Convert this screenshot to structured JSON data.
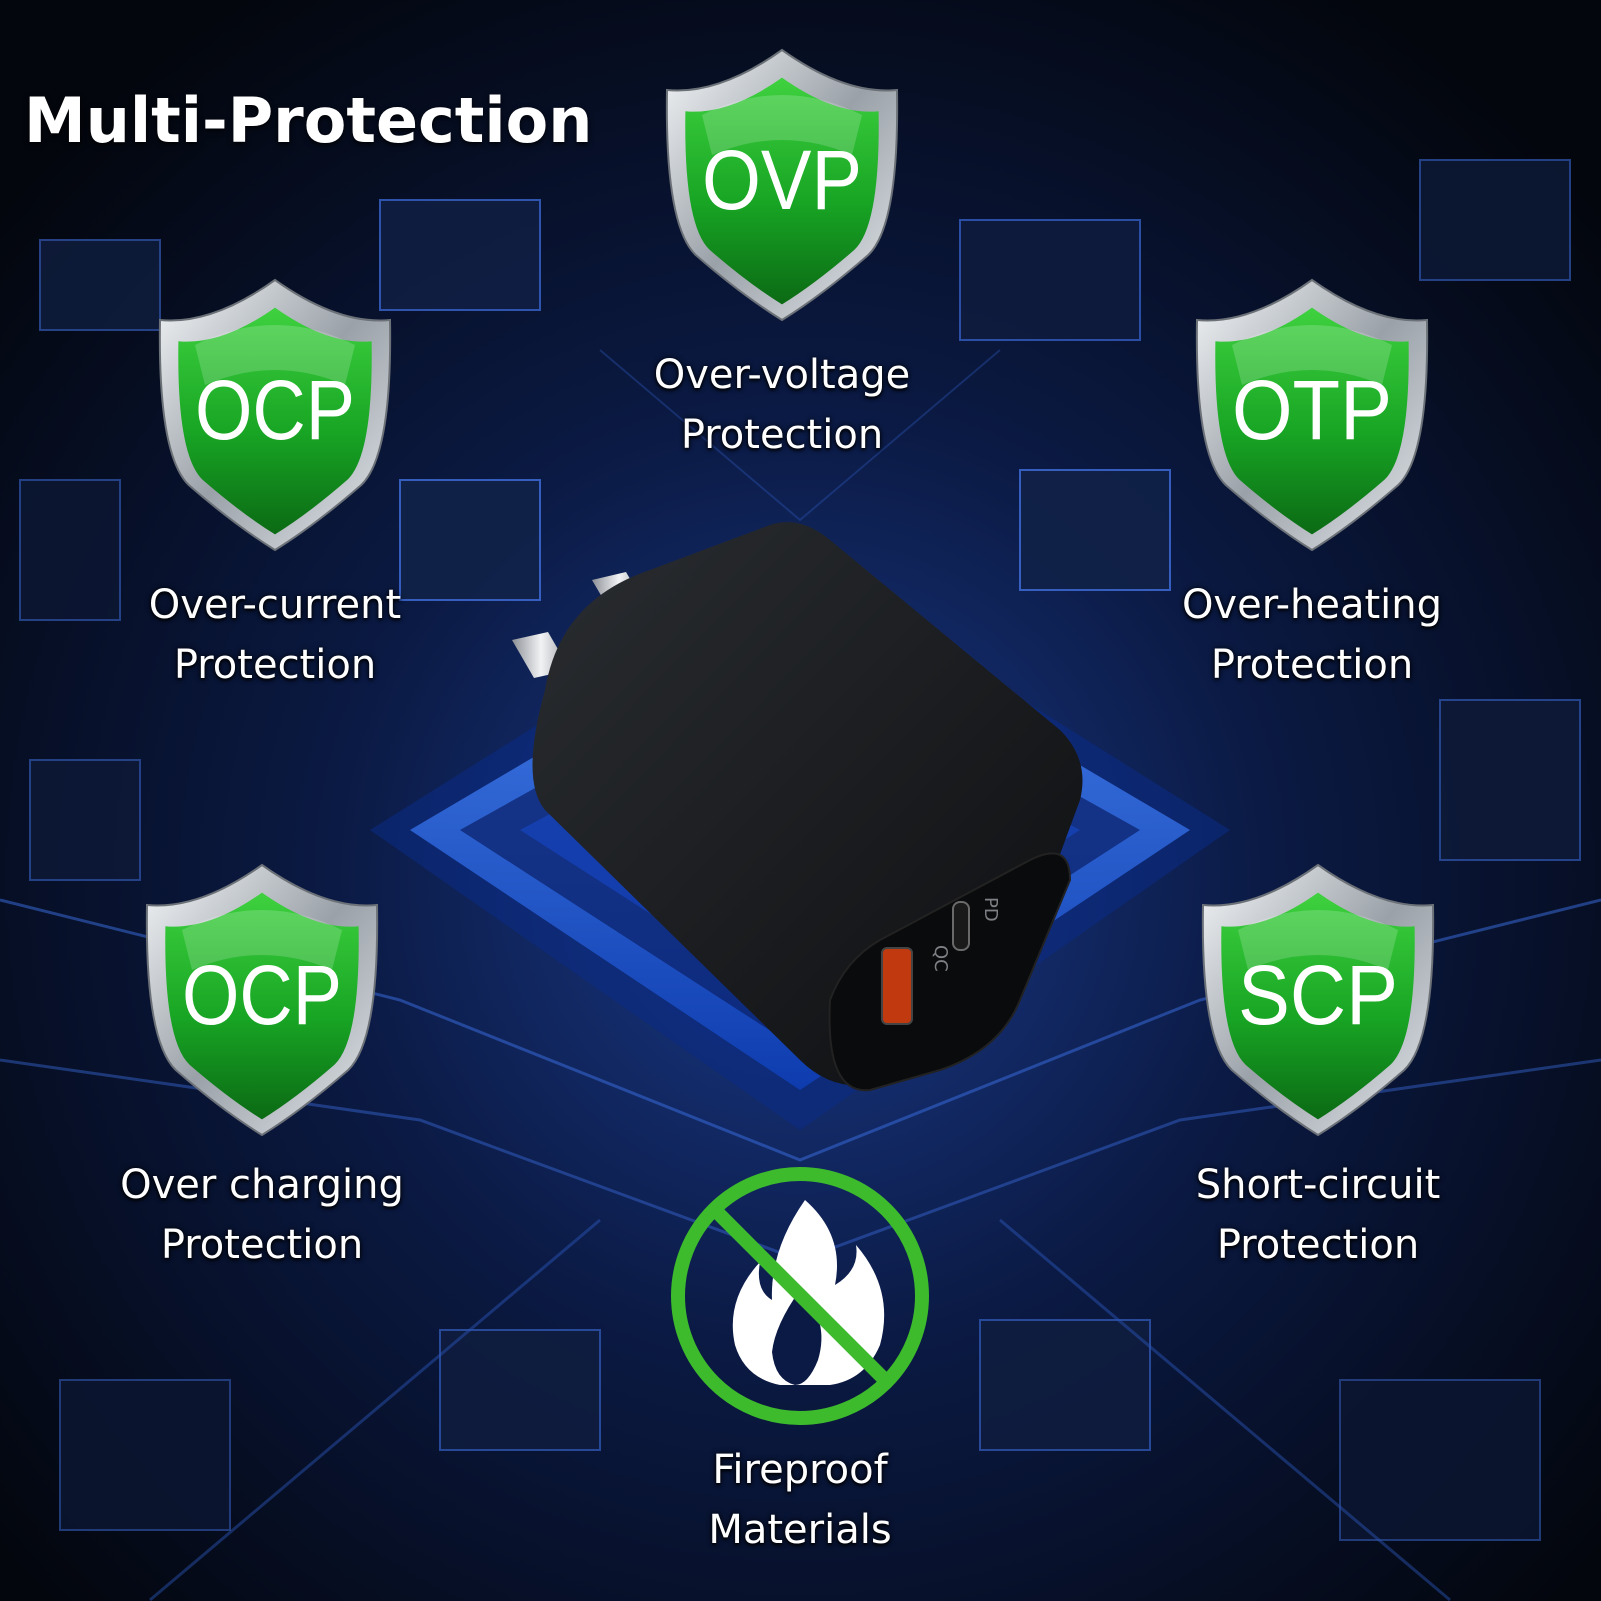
{
  "title": "Multi-Protection",
  "colors": {
    "shield_green": "#1fa82c",
    "shield_rim": "#c9ced4",
    "board_blue": "#1f5fe0",
    "no_sign_green": "#3dbb2d"
  },
  "shields": [
    {
      "code": "OVP",
      "lines": [
        "Over-voltage",
        "Protection"
      ]
    },
    {
      "code": "OCP",
      "lines": [
        "Over-current",
        "Protection"
      ]
    },
    {
      "code": "OTP",
      "lines": [
        "Over-heating",
        "Protection"
      ]
    },
    {
      "code": "OCP",
      "lines": [
        "Over charging",
        "Protection"
      ]
    },
    {
      "code": "SCP",
      "lines": [
        "Short-circuit",
        "Protection"
      ]
    }
  ],
  "fireproof": {
    "lines": [
      "Fireproof",
      "Materials"
    ],
    "icon": "no-fire-icon"
  },
  "charger": {
    "port_labels": [
      "PD",
      "QC"
    ]
  }
}
